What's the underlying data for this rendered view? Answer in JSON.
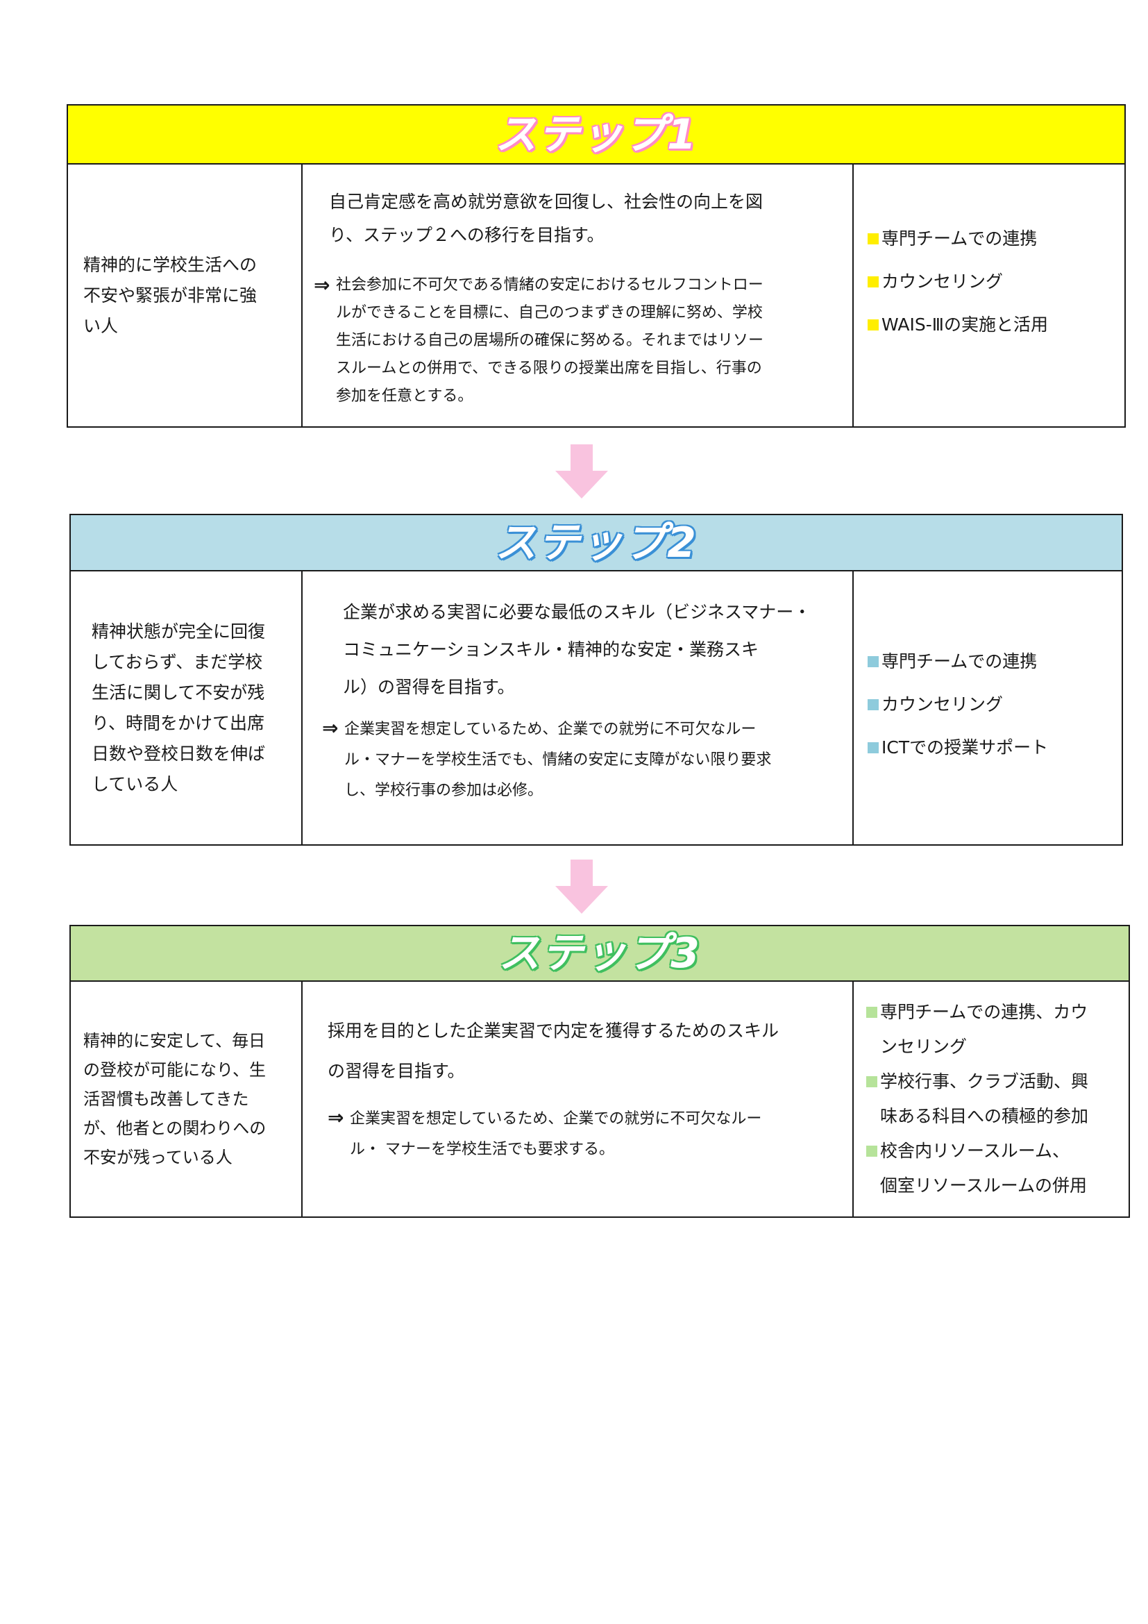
{
  "colors": {
    "step1_header": "#ffff00",
    "step2_header": "#b7dde8",
    "step3_header": "#c3e2a0",
    "step1_bullet": "#ffee00",
    "step2_bullet": "#8ecbdc",
    "step3_bullet": "#b6e39a",
    "flow_arrow": "#f9c3df"
  },
  "steps": [
    {
      "title": "ステップ1",
      "target": "精神的に学校生活への\n不安や緊張が非常に強\nい人",
      "goal": "自己肯定感を高め就労意欲を回復し、社会性の向上を図\nり、ステップ２への移行を目指す。",
      "policy_arrow": "⇒",
      "policy": "社会参加に不可欠である情緒の安定におけるセルフコントロー\nルができることを目標に、自己のつまずきの理解に努め、学校\n生活における自己の居場所の確保に努める。それまではリソー\nスルームとの併用で、できる限りの授業出席を目指し、行事の\n参加を任意とする。",
      "supports": [
        "専門チームでの連携",
        "カウンセリング",
        "WAIS-Ⅲの実施と活用"
      ]
    },
    {
      "title": "ステップ2",
      "target": "精神状態が完全に回復\nしておらず、まだ学校\n生活に関して不安が残\nり、時間をかけて出席\n日数や登校日数を伸ば\nしている人",
      "goal": "企業が求める実習に必要な最低のスキル（ビジネスマナー・\nコミュニケーションスキル・精神的な安定・業務スキ\nル）の習得を目指す。",
      "policy_arrow": "⇒",
      "policy": "企業実習を想定しているため、企業での就労に不可欠なルー\nル・マナーを学校生活でも、情緒の安定に支障がない限り要求\nし、学校行事の参加は必修。",
      "supports": [
        "専門チームでの連携",
        "カウンセリング",
        "ICTでの授業サポート"
      ]
    },
    {
      "title": "ステップ3",
      "target": "精神的に安定して、毎日\nの登校が可能になり、生\n活習慣も改善してきた\nが、他者との関わりへの\n不安が残っている人",
      "goal": "採用を目的とした企業実習で内定を獲得するためのスキル\nの習得を目指す。",
      "policy_arrow": "⇒",
      "policy": "企業実習を想定しているため、企業での就労に不可欠なルー\nル・ マナーを学校生活でも要求する。",
      "supports": [
        "専門チームでの連携、カウ\nンセリング",
        "学校行事、クラブ活動、興\n味ある科目への積極的参加",
        "校舎内リソースルーム、\n個室リソースルームの併用"
      ]
    }
  ]
}
